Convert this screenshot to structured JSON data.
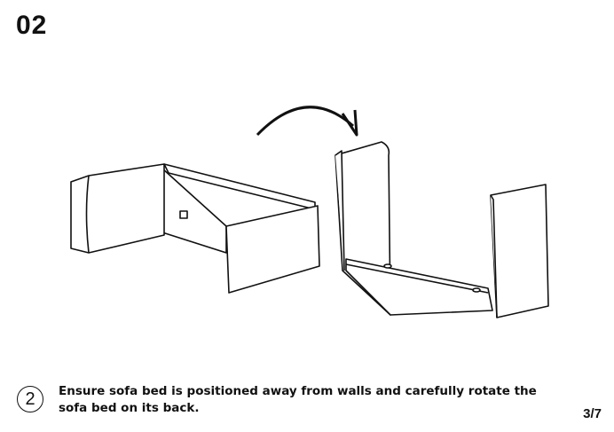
{
  "step_title": "02",
  "instruction": {
    "number": "2",
    "text": "Ensure sofa bed is positioned away from walls and carefully rotate the sofa bed on its back."
  },
  "page": "3/7"
}
